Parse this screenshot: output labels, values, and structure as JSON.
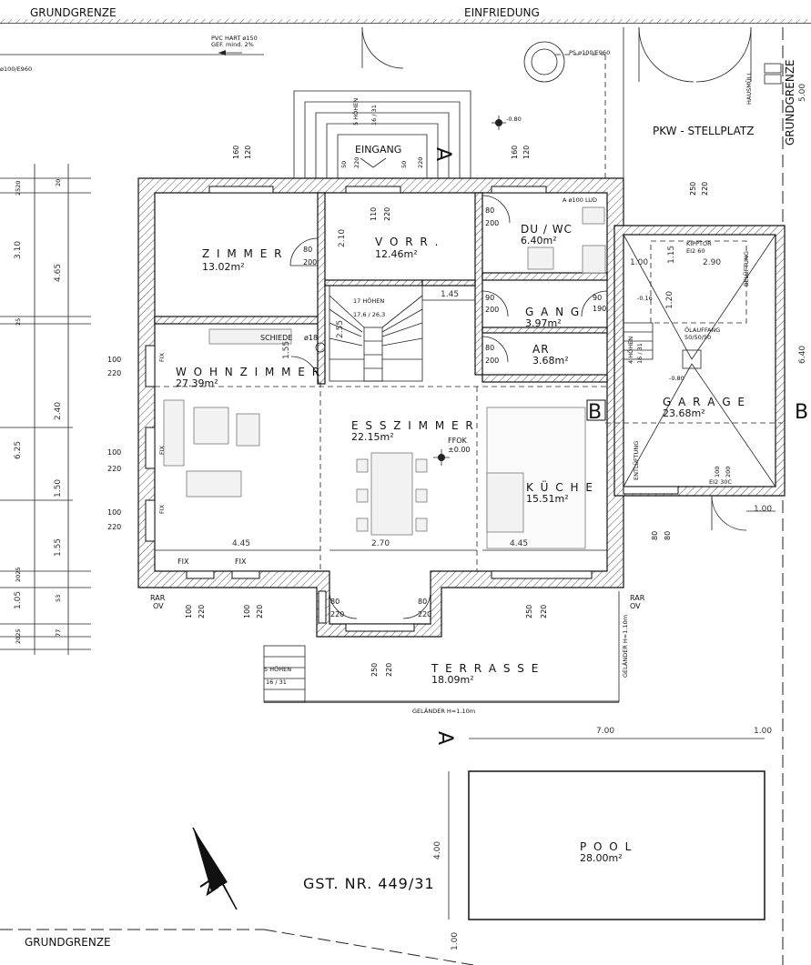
{
  "site": {
    "boundary_top_left": "GRUNDGRENZE",
    "fence_top": "EINFRIEDUNG",
    "boundary_right": "GRUNDGRENZE",
    "boundary_bottom": "GRUNDGRENZE",
    "pipe_note_1": "PVC HART ø150",
    "pipe_note_2": "GEF. mind. 2%",
    "pipe_left": "ø100/E960",
    "ps_note": "PS ø100/E960",
    "waste": "HAUSMÜLL",
    "parking": "PKW - STELLPLATZ",
    "plot_number": "GST. NR. 449/31",
    "level_entry": "-0.80"
  },
  "rooms": {
    "zimmer": {
      "name": "Z I M M E R",
      "area": "13.02m²"
    },
    "vorr": {
      "name": "V O R R .",
      "area": "12.46m²"
    },
    "duwc": {
      "name": "DU / WC",
      "area": "6.40m²"
    },
    "gang": {
      "name": "G A N G",
      "area": "3.97m²"
    },
    "ar": {
      "name": "AR",
      "area": "3.68m²"
    },
    "wohnzimmer": {
      "name": "W O H N Z I M M E R",
      "area": "27.39m²"
    },
    "esszimmer": {
      "name": "E S S Z I M M E R",
      "area": "22.15m²"
    },
    "kueche": {
      "name": "K Ü C H E",
      "area": "15.51m²"
    },
    "garage": {
      "name": "G A R A G E",
      "area": "23.68m²"
    },
    "terrasse": {
      "name": "T E R R A S S E",
      "area": "18.09m²"
    },
    "pool": {
      "name": "P O O L",
      "area": "28.00m²"
    }
  },
  "labels": {
    "eingang": "EINGANG",
    "section_a": "A",
    "section_b": "B",
    "ffok_1": "FFOK",
    "ffok_2": "±0.00",
    "schiede": "SCHIEDE",
    "chimney": "ø18",
    "stairs_main": "17 HÖHEN",
    "stairs_main_2": "17,6 / 26,3",
    "stairs_entry": "5 HÖHEN",
    "stairs_entry_2": "16 / 31",
    "stairs_terrace": "5 HÖHEN",
    "stairs_terrace_2": "16 / 31",
    "stairs_garage": "4 HÖHEN",
    "stairs_garage_2": "16 / 31",
    "kipptor_1": "KIPPTOR",
    "kipptor_2": "EI2 60",
    "kipptor_w": "2.90",
    "belueftung": "BELÜFTUNG",
    "entlueftung": "ENTLÜFTUNG",
    "oelauffang_1": "ÖLAUFFANG",
    "oelauffang_2": "50/50/50",
    "garage_level": "-0.80",
    "garage_gang_level": "-0.16",
    "lud": "A ø100 LUD",
    "ei2_30c": "EI2 30C",
    "gelaender_1": "GELÄNDER H=1.10m",
    "gelaender_2": "GELÄNDER H=1.10m",
    "rar_ov_l": "RAR",
    "rar_ov_l2": "OV",
    "rar_ov_r": "RAR",
    "rar_ov_r2": "OV",
    "fix": "FIX"
  },
  "dimensions": {
    "left_outer": [
      "3.10",
      "4.65",
      "2.40",
      "6.25",
      "1.50",
      "1.55",
      "1.05"
    ],
    "left_small": [
      "2520",
      "25",
      "2025",
      "2025",
      "53",
      "20",
      "77"
    ],
    "inner": [
      "4.45",
      "2.70",
      "4.45",
      "1.45",
      "1.55",
      "2.55",
      "2.10",
      "1.00",
      "1.15",
      "1.20"
    ],
    "pool_w": "7.00",
    "pool_h": "4.00",
    "pool_edge": "1.00",
    "pool_edge_2": "1.00",
    "garage_side": "1.00",
    "right_side": [
      "5.00",
      "6.40"
    ],
    "door_80_200": [
      "80",
      "200"
    ],
    "door_90_200": [
      "90",
      "200"
    ],
    "door_90_190": [
      "90",
      "190"
    ],
    "door_100_220": [
      "100",
      "220"
    ],
    "door_80_220": [
      "80",
      "220"
    ],
    "win_160_120": [
      "160",
      "120"
    ],
    "win_250_220": [
      "250",
      "220"
    ],
    "win_110_220": [
      "110",
      "220"
    ],
    "win_250_220b": [
      "250",
      "220"
    ],
    "win_80_80": [
      "80",
      "80"
    ],
    "win_50_220": [
      "50",
      "220"
    ],
    "win_100_200": [
      "100",
      "200"
    ]
  }
}
